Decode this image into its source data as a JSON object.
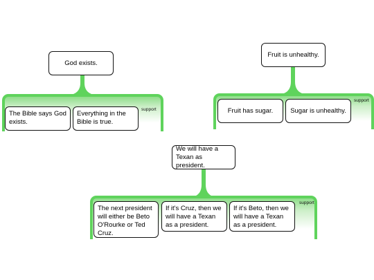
{
  "colors": {
    "band_green": "#5fd35c",
    "band_fill": "#cdefc9",
    "box_border": "#111111"
  },
  "maps": [
    {
      "claim": "God exists.",
      "support_label": "support",
      "premises": [
        "The Bible says God exists.",
        "Everything in the Bible is true."
      ]
    },
    {
      "claim": "Fruit is unhealthy.",
      "support_label": "support",
      "premises": [
        "Fruit has sugar.",
        "Sugar is unhealthy."
      ]
    },
    {
      "claim": "We will have a Texan as president.",
      "support_label": "support",
      "premises": [
        "The next president will either be Beto O'Rourke or Ted Cruz.",
        "If it's Cruz, then we will have a Texan as a president.",
        "If it's Beto, then we will have a Texan as a president."
      ]
    }
  ]
}
